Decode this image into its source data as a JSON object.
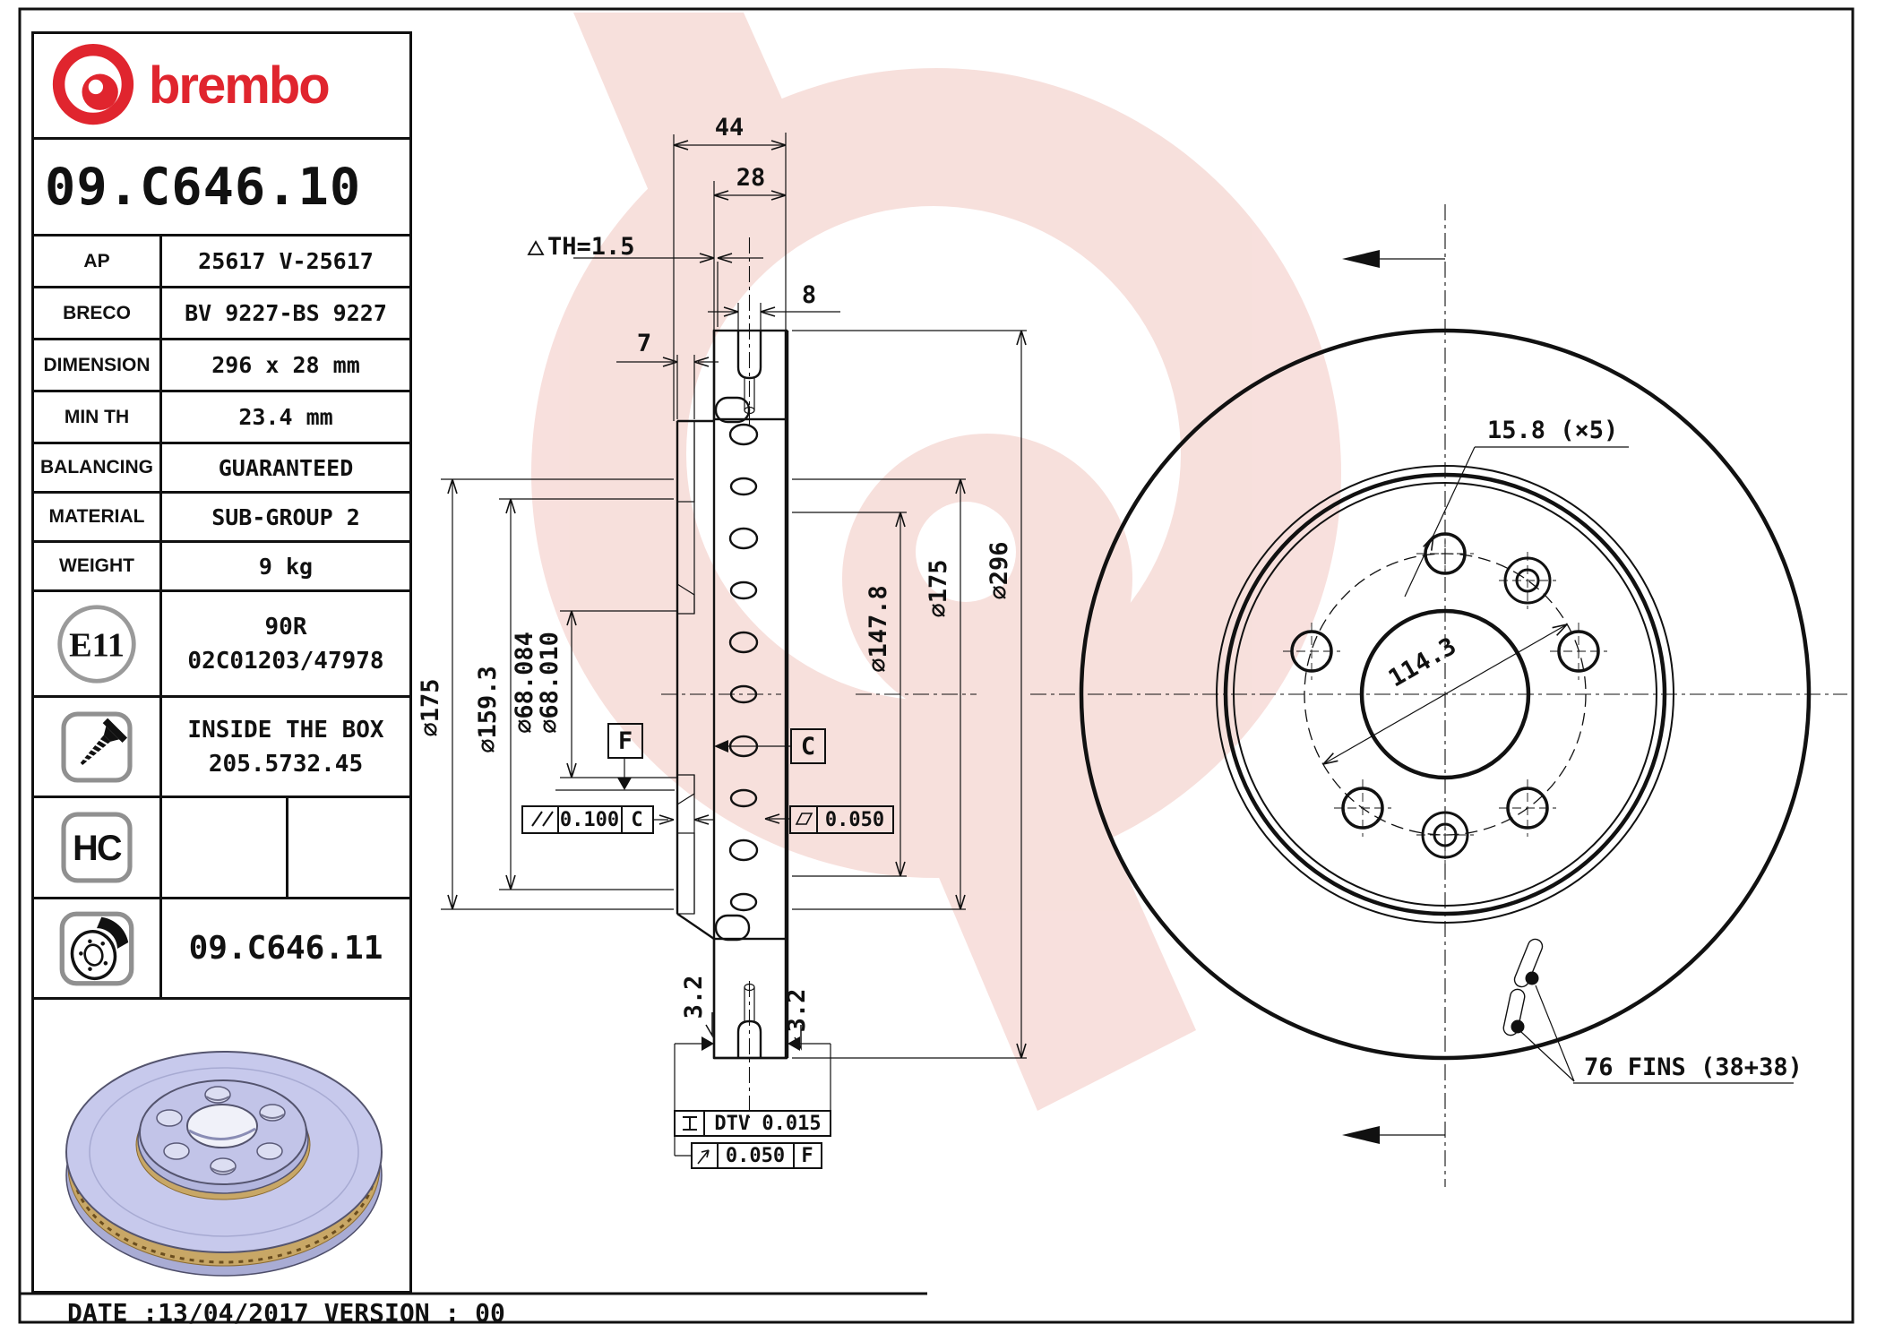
{
  "sheet": {
    "date_line": "DATE :13/04/2017 VERSION : 00"
  },
  "header": {
    "brand": "brembo",
    "part_number": "09.C646.10"
  },
  "table": {
    "rows": [
      {
        "label": "AP",
        "value": "25617 V-25617"
      },
      {
        "label": "BRECO",
        "value": "BV 9227-BS 9227"
      },
      {
        "label": "DIMENSION",
        "value": "296 x 28 mm"
      },
      {
        "label": "MIN TH",
        "value": "23.4 mm"
      },
      {
        "label": "BALANCING",
        "value": "GUARANTEED"
      },
      {
        "label": "MATERIAL",
        "value": "SUB-GROUP 2"
      },
      {
        "label": "WEIGHT",
        "value": "9 kg"
      }
    ],
    "approval": {
      "badge": "E11",
      "line1": "90R",
      "line2": "02C01203/47978"
    },
    "inside_box": {
      "line1": "INSIDE THE BOX",
      "line2": "205.5732.45"
    },
    "hc_badge": "HC",
    "alt_part_number": "09.C646.11"
  },
  "drawing": {
    "section": {
      "width_total": "44",
      "width_disc": "28",
      "wear": "TH=1.5",
      "hole": "8",
      "hat_thickness": "7",
      "dia_175_left": "⌀175",
      "dia_159": "⌀159.3",
      "dia_68_hi": "⌀68.084",
      "dia_68_lo": "⌀68.010",
      "dia_147": "⌀147.8",
      "dia_175_right": "⌀175",
      "dia_296": "⌀296",
      "datum_f": "F",
      "datum_c": "C",
      "parallel_val": "0.100",
      "parallel_ref": "C",
      "flat_val": "0.050",
      "rough_l": "3.2",
      "rough_r": "3.2",
      "dtv": "DTV 0.015",
      "runout_val": "0.050",
      "runout_ref": "F"
    },
    "front": {
      "bolt_holes": "15.8 (×5)",
      "pcd": "114.3",
      "fins": "76 FINS (38+38)"
    }
  }
}
